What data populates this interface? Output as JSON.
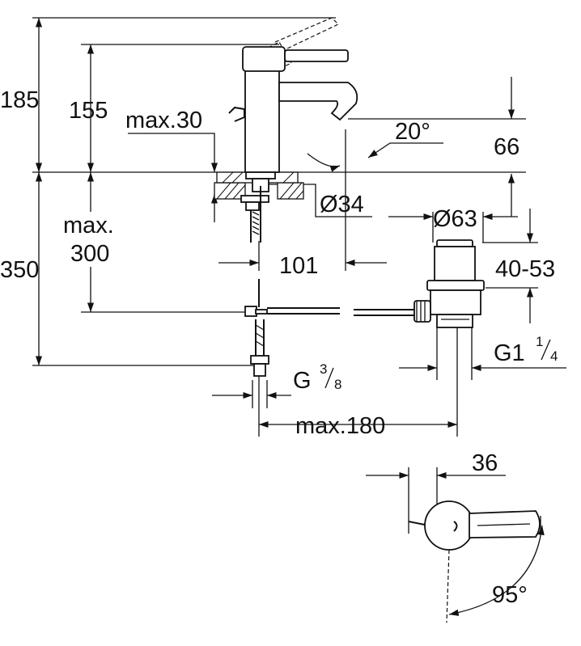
{
  "dimensions": {
    "h185": "185",
    "h155": "155",
    "max30": "max.30",
    "angle20": "20°",
    "h66": "66",
    "dia34": "Ø34",
    "dia63": "Ø63",
    "max_label": "max.",
    "max300": "300",
    "h350": "350",
    "w101": "101",
    "range40_53": "40-53",
    "g1_base": "G1",
    "g1_num": "1",
    "g1_den": "4",
    "g_base": "G",
    "g_num": "3",
    "g_den": "8",
    "max180": "max.180",
    "w36": "36",
    "angle95": "95°"
  }
}
